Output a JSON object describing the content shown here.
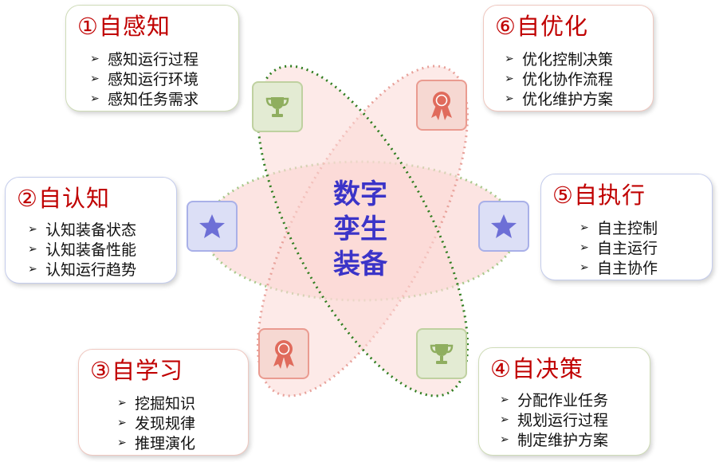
{
  "center": {
    "line1": "数字",
    "line2": "孪生",
    "line3": "装备"
  },
  "cards": {
    "c1": {
      "title": "①自感知",
      "items": [
        "感知运行过程",
        "感知运行环境",
        "感知任务需求"
      ]
    },
    "c2": {
      "title": "②自认知",
      "items": [
        "认知装备状态",
        "认知装备性能",
        "认知运行趋势"
      ]
    },
    "c3": {
      "title": "③自学习",
      "items": [
        "挖掘知识",
        "发现规律",
        "推理演化"
      ]
    },
    "c4": {
      "title": "④自决策",
      "items": [
        "分配作业任务",
        "规划运行过程",
        "制定维护方案"
      ]
    },
    "c5": {
      "title": "⑤自执行",
      "items": [
        "自主控制",
        "自主运行",
        "自主协作"
      ]
    },
    "c6": {
      "title": "⑥自优化",
      "items": [
        "优化控制决策",
        "优化协作流程",
        "优化维护方案"
      ]
    }
  },
  "bullet_glyph": "➢",
  "icons": {
    "top_left": "trophy-icon",
    "top_right": "award-ribbon-icon",
    "mid_left": "star-icon",
    "mid_right": "star-icon",
    "bottom_left": "award-ribbon-icon",
    "bottom_right": "trophy-icon"
  },
  "colors": {
    "title_red": "#c00000",
    "center_blue": "#3b34c8",
    "ellipse_fill_red": "#fbd9d6",
    "ellipse_stroke_red": "#e8a29b",
    "ellipse_stroke_green": "#a9c98c",
    "ellipse_stroke_darkgreen": "#2e7d1e",
    "icon_green": "#8fae5f",
    "icon_red": "#e06b5c",
    "icon_blue": "#6d6fd6"
  }
}
